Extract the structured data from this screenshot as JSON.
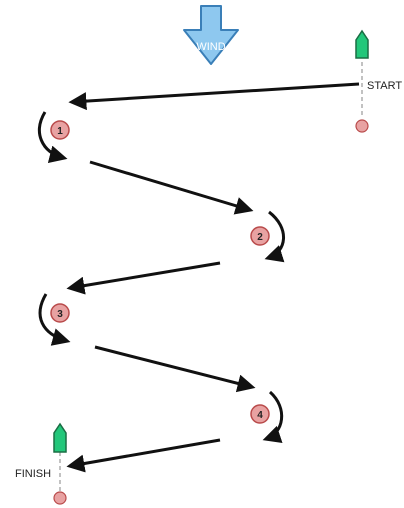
{
  "wind": {
    "label": "WIND",
    "color": "#8ec8ef"
  },
  "start": {
    "label": "START"
  },
  "finish": {
    "label": "FINISH"
  },
  "marks": [
    {
      "number": "1"
    },
    {
      "number": "2"
    },
    {
      "number": "3"
    },
    {
      "number": "4"
    }
  ],
  "colors": {
    "boat": "#22c77a",
    "mark_fill": "#e8a2a2",
    "mark_stroke": "#b94b4b",
    "course": "#111111",
    "line": "#9a9a9a"
  }
}
